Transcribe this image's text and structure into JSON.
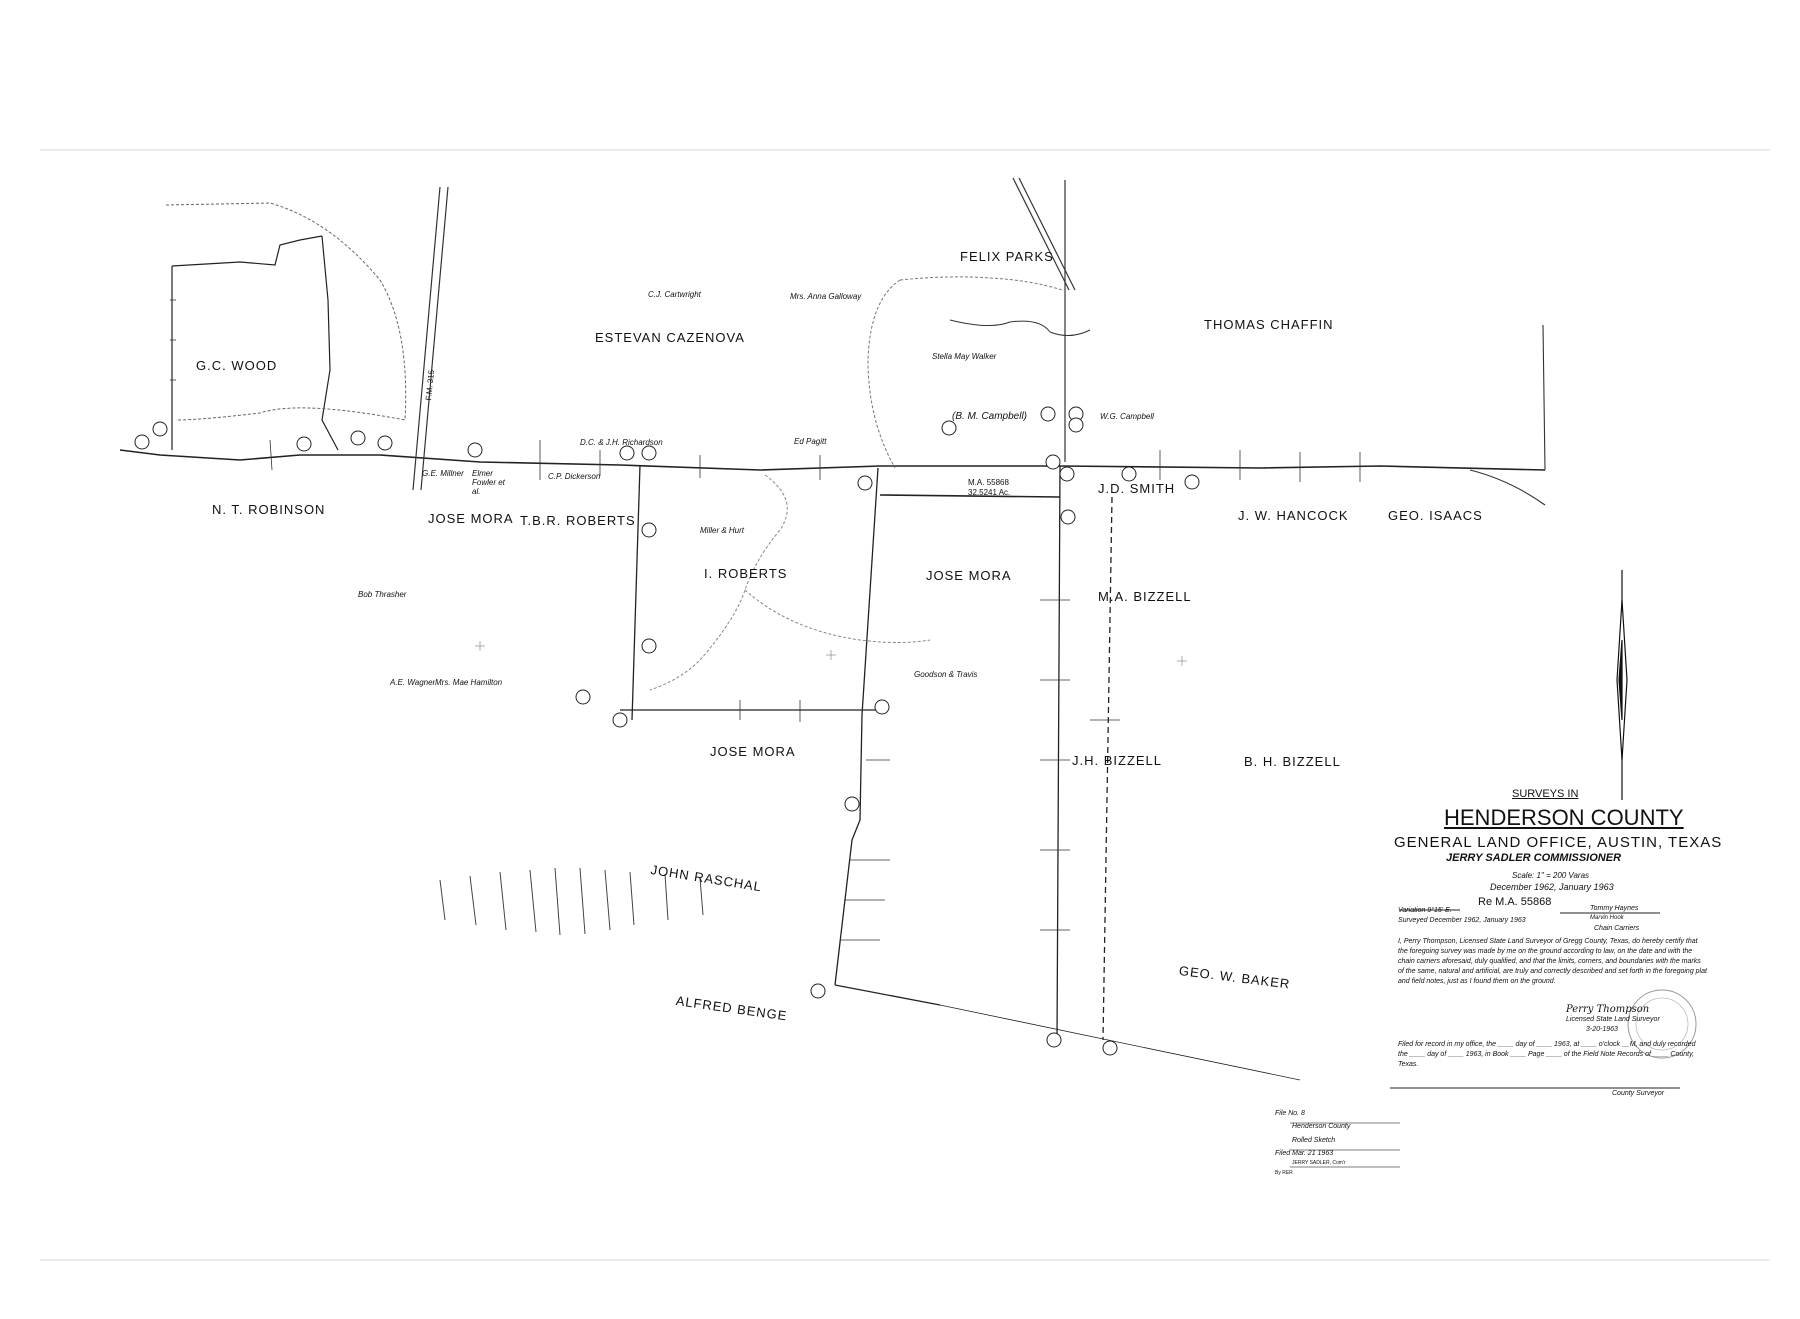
{
  "surveys": {
    "g_c_wood": "G.C. WOOD",
    "n_t_robinson": "N. T. ROBINSON",
    "estevan_cazenova": "ESTEVAN CAZENOVA",
    "felix_parks": "FELIX PARKS",
    "thomas_chaffin": "THOMAS CHAFFIN",
    "jose_mora_1": "JOSE MORA",
    "t_b_r_roberts": "T.B.R. ROBERTS",
    "i_roberts": "I. ROBERTS",
    "jose_mora_2": "JOSE MORA",
    "j_d_smith": "J.D. SMITH",
    "j_w_hancock": "J. W. HANCOCK",
    "geo_isaacs": "GEO. ISAACS",
    "m_a_bizzell": "M.A. BIZZELL",
    "jose_mora_3": "JOSE MORA",
    "j_h_bizzell": "J.H. BIZZELL",
    "b_h_bizzell": "B. H. BIZZELL",
    "john_raschal": "JOHN RASCHAL",
    "alfred_benge": "ALFRED BENGE",
    "geo_w_baker": "GEO. W. BAKER"
  },
  "owners": {
    "cartwright": "C.J. Cartwright",
    "galloway": "Mrs. Anna Galloway",
    "stella_walker": "Stella May Walker",
    "bm_campbell": "(B. M. Campbell)",
    "wg_campbell": "W.G. Campbell",
    "richardson": "D.C. & J.H. Richardson",
    "pagitt": "Ed Pagitt",
    "millner": "G.E. Millner",
    "fowler": "Elmer Fowler et al.",
    "dickerson": "C.P. Dickerson",
    "miller_hurt": "Miller & Hurt",
    "thrasher": "Bob Thrasher",
    "wagner": "A.E. Wagner",
    "hamilton": "Mrs. Mae Hamilton",
    "goodson": "Goodson & Travis",
    "ma55868": "M.A. 55868",
    "acres": "32.5241 Ac.",
    "fm": "F.M. 315"
  },
  "title_block": {
    "surveys_in": "SURVEYS IN",
    "county": "HENDERSON COUNTY",
    "office": "GENERAL LAND OFFICE, AUSTIN, TEXAS",
    "commissioner": "JERRY SADLER    COMMISSIONER",
    "scale": "Scale: 1\" = 200 Varas",
    "dates": "December 1962, January 1963",
    "ref": "Re M.A. 55868",
    "variation": "Variation  9°15' E.",
    "surveyed": "Surveyed  December 1962, January 1963",
    "carrier1": "Tommy Haynes",
    "carrier2": "Marvin Hook",
    "carriers_label": "Chain Carriers",
    "certificate": "I, Perry Thompson, Licensed State Land Surveyor of Gregg County, Texas, do hereby certify that the foregoing survey was made by me on the ground according to law, on the date and with the chain carriers aforesaid, duly qualified, and that the limits, corners, and boundaries with the marks of the same, natural and artificial, are truly and correctly described and set forth in the foregoing plat and field notes, just as I found them on the ground.",
    "signature": "Perry Thompson",
    "surveyor_title": "Licensed State Land Surveyor",
    "sign_date": "3-20-1963",
    "filing": "Filed for record in my office, the ____ day of ____ 1963, at ____ o'clock __M, and duly recorded the ____ day of ____ 1963, in Book ____ Page ____ of the Field Note Records of ____ County, Texas.",
    "county_surveyor": "County Surveyor"
  },
  "file_stamp": {
    "file_no": "File No. 8",
    "county": "Henderson County",
    "type": "Rolled Sketch",
    "filed": "Filed Mar. 21 1963",
    "by": "JERRY SADLER, Com'r",
    "initials": "By RER"
  }
}
